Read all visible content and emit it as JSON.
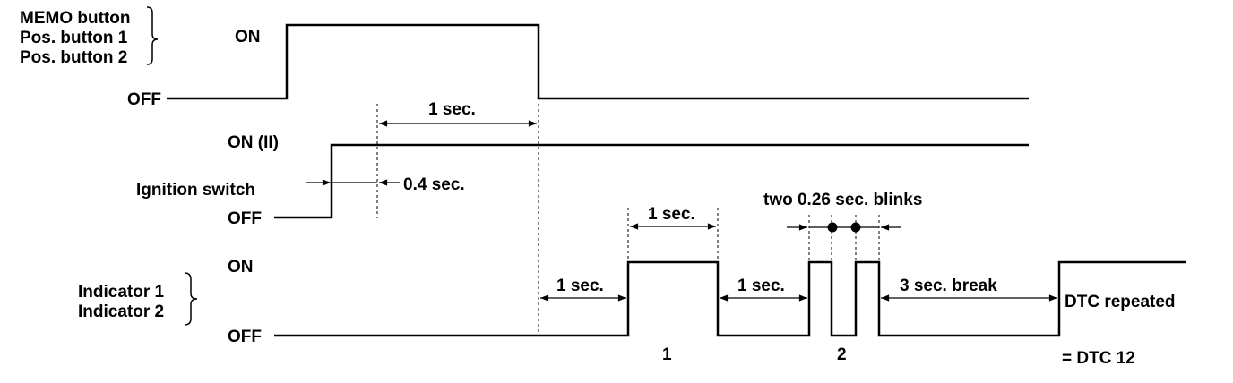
{
  "memo_group": {
    "labels": [
      "MEMO button",
      "Pos. button 1",
      "Pos. button 2"
    ],
    "on_label": "ON",
    "off_label": "OFF"
  },
  "ignition": {
    "label": "Ignition switch",
    "on_label": "ON (II)",
    "off_label": "OFF"
  },
  "indicator_group": {
    "labels": [
      "Indicator 1",
      "Indicator 2"
    ],
    "on_label": "ON",
    "off_label": "OFF"
  },
  "timings": {
    "memo_hold": "1 sec.",
    "ign_delay": "0.4 sec.",
    "pre_blink": "1 sec.",
    "long_blink": "1 sec.",
    "gap": "1 sec.",
    "short_blinks": "two 0.26 sec. blinks",
    "break": "3 sec. break"
  },
  "digits": {
    "first": "1",
    "second": "2"
  },
  "notes": {
    "repeat": "DTC repeated",
    "result": "= DTC 12"
  }
}
